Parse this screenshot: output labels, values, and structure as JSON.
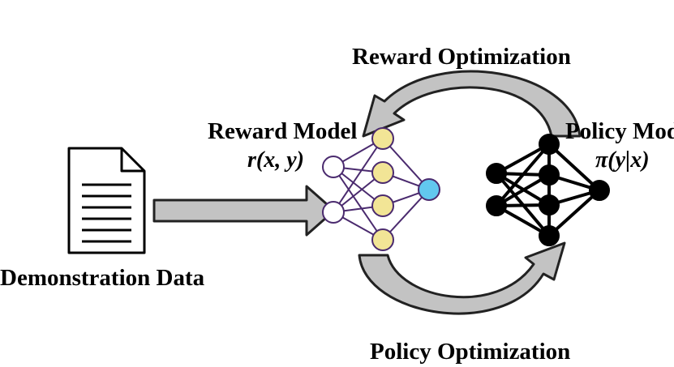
{
  "labels": {
    "reward_optimization": "Reward Optimization",
    "policy_optimization": "Policy Optimization",
    "reward_model": "Reward Model",
    "reward_model_formula": "r(x, y)",
    "policy_model": "Policy Model",
    "policy_model_formula": "π(y|x)",
    "demonstration_data": "Demonstration Data"
  },
  "colors": {
    "arrow_fill": "#c3c3c3",
    "arrow_stroke": "#222222",
    "reward_net_edges": "#4a2a6e",
    "reward_hidden_nodes": "#f2e596",
    "reward_output_node": "#62c8ef",
    "reward_input_nodes": "#ffffff",
    "policy_net": "#000000"
  },
  "icons": {
    "document": "document-icon",
    "reward_network": "neural-network-icon",
    "policy_network": "neural-network-icon"
  }
}
